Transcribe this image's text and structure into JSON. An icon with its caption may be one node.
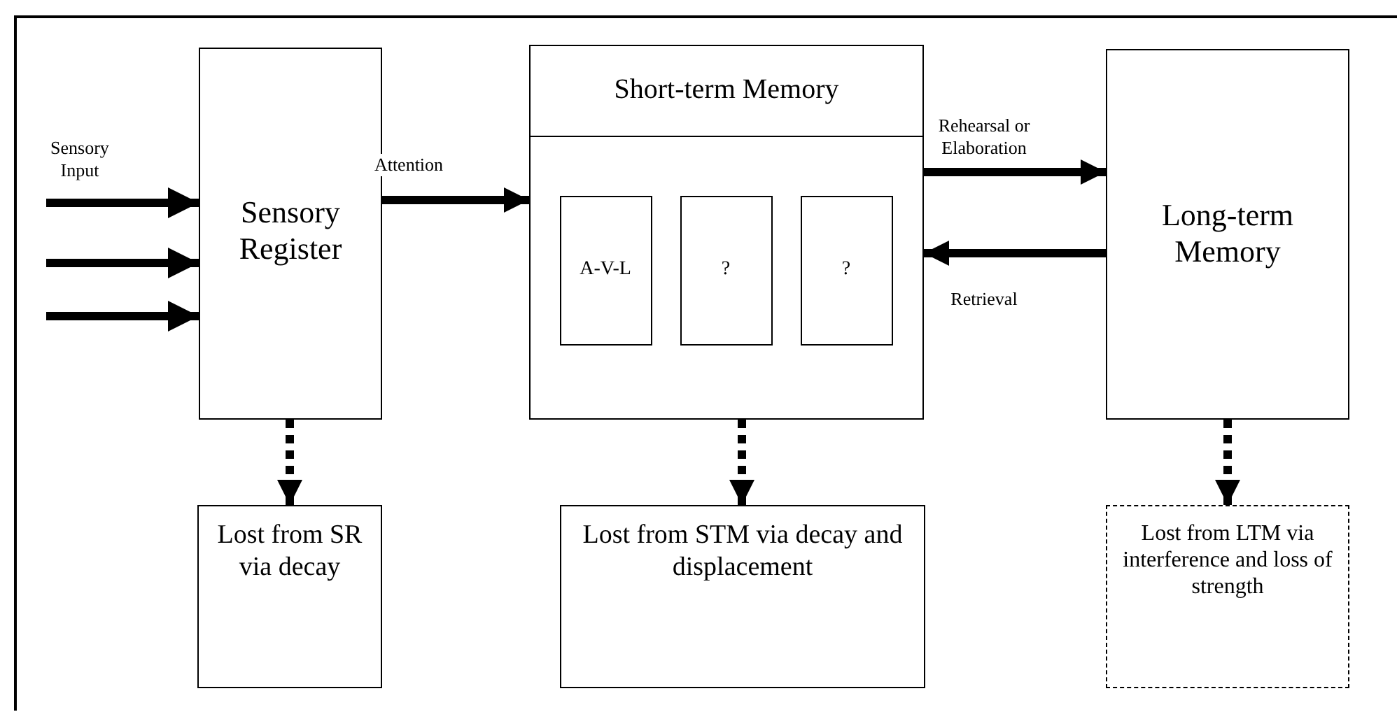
{
  "diagram": {
    "nodes": [
      {
        "text": [
          "Sensory Register"
        ]
      },
      {
        "text": [
          "Short-term Memory"
        ]
      },
      {
        "text": [
          "A-V-L"
        ],
        "in": 1
      },
      {
        "text": [
          "?"
        ],
        "in": 1
      },
      {
        "text": [
          "?"
        ],
        "in": 1
      },
      {
        "text": [
          "Long-term Memory"
        ]
      },
      {
        "text": [
          "Lost from SR via decay"
        ]
      },
      {
        "text": [
          "Lost from STM via decay and displacement"
        ]
      },
      {
        "text": [
          "Lost from LTM via interference and loss of strength"
        ]
      }
    ],
    "edges": [
      {
        "from": null,
        "to": 0,
        "arrow": "to"
      },
      {
        "from": null,
        "to": 0,
        "arrow": "to"
      },
      {
        "from": null,
        "to": 0,
        "arrow": "to"
      },
      {
        "from": 0,
        "to": 1,
        "arrow": "to",
        "label": "Attention"
      },
      {
        "from": 1,
        "to": 5,
        "arrow": "to",
        "label": "Rehearsal or Elaboration"
      },
      {
        "from": 5,
        "to": 1,
        "arrow": "to",
        "label": "Retrieval"
      },
      {
        "from": 0,
        "to": 6,
        "arrow": "to",
        "style": "dashed"
      },
      {
        "from": 1,
        "to": 7,
        "arrow": "to",
        "style": "dashed"
      },
      {
        "from": 5,
        "to": 8,
        "arrow": "to",
        "style": "dashed"
      }
    ],
    "labels": [
      "Sensory Input"
    ]
  }
}
